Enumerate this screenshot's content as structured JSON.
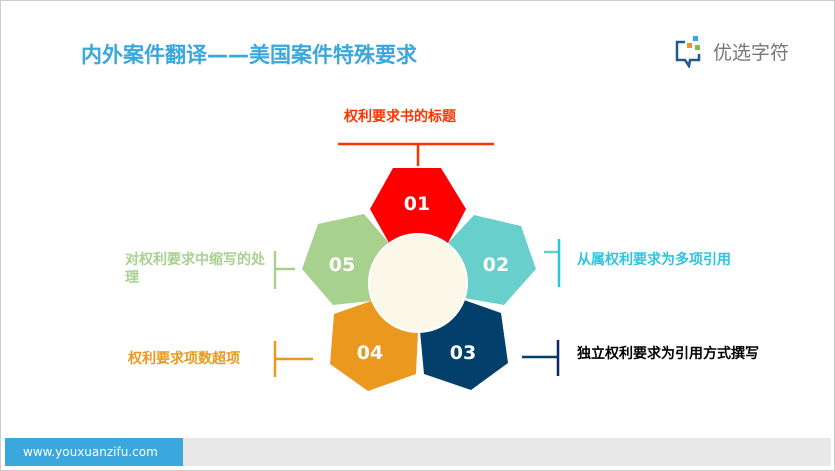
{
  "title": "内外案件翻译——美国案件特殊要求",
  "logo": {
    "text": "优选字符"
  },
  "items": [
    {
      "num": "01",
      "label": "权利要求书的标题",
      "color": "#ff0000"
    },
    {
      "num": "02",
      "label": "从属权利要求为多项引用",
      "color": "#69cfcc"
    },
    {
      "num": "03",
      "label": "独立权利要求为引用方式撰写",
      "color": "#033f6b"
    },
    {
      "num": "04",
      "label": "权利要求项数超项",
      "color": "#ea991e"
    },
    {
      "num": "05",
      "label": "对权利要求中缩写的处理",
      "color": "#a9d18e"
    }
  ],
  "footer": {
    "url": "www.youxuanzifu.com"
  }
}
